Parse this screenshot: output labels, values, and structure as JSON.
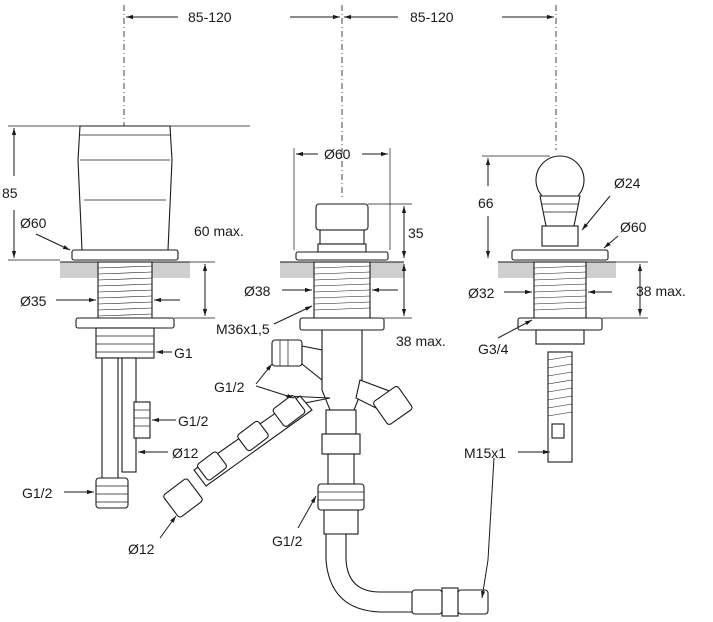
{
  "title": "Three-hole deck-mounted mixer installation dimensions",
  "dimensions": {
    "spacing_left": "85-120",
    "spacing_right": "85-120",
    "left_height": "85",
    "left_flange_dia": "Ø60",
    "left_deck_max": "60 max.",
    "left_shank_dia": "Ø35",
    "left_g1": "G1",
    "left_g12_a": "G1/2",
    "left_dia12": "Ø12",
    "left_g12_b": "G1/2",
    "center_flange_dia": "Ø60",
    "center_height": "35",
    "center_shank_dia": "Ø38",
    "center_thread": "M36x1,5",
    "center_deck_max": "38 max.",
    "center_g12_a": "G1/2",
    "center_dia12": "Ø12",
    "center_g12_b": "G1/2",
    "right_height": "66",
    "right_spout_dia": "Ø24",
    "right_flange_dia": "Ø60",
    "right_shank_dia": "Ø32",
    "right_deck_max": "38 max.",
    "right_g34": "G3/4",
    "right_m15": "M15x1"
  },
  "colors": {
    "line": "#1a1a1a",
    "deck": "#cfcfcf"
  }
}
